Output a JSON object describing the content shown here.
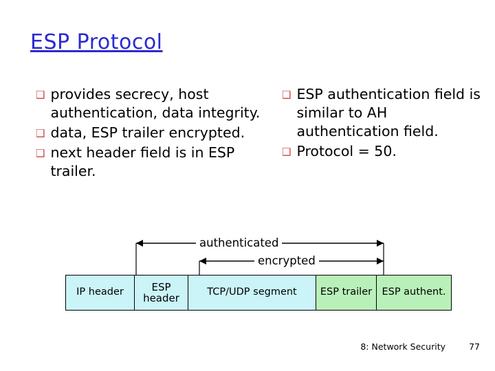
{
  "slide": {
    "title": "ESP Protocol",
    "bullets_left": [
      "provides secrecy, host authentication, data integrity.",
      "data, ESP trailer encrypted.",
      "next header field is in ESP trailer."
    ],
    "bullets_right": [
      "ESP authentication field is similar to AH authentication field.",
      "Protocol = 50."
    ],
    "diagram": {
      "label_authenticated": "authenticated",
      "label_encrypted": "encrypted",
      "cells": [
        "IP header",
        "ESP header",
        "TCP/UDP segment",
        "ESP trailer",
        "ESP authent."
      ]
    },
    "footer": {
      "text": "8: Network Security",
      "page": "77"
    },
    "colors": {
      "title": "#2a2ad0",
      "bullet_marker": "#d04040",
      "cell_blue": "#caf4f8",
      "cell_green": "#b9f0b9"
    }
  }
}
